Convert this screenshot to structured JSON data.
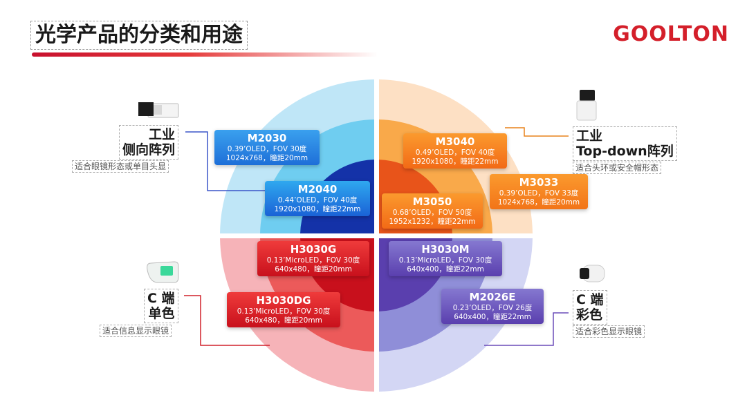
{
  "header": {
    "title": "光学产品的分类和用途",
    "logo": "GOOLTON"
  },
  "colors": {
    "title_bar": "#c8102e",
    "logo": "#d41f2a",
    "blue_light": "#bfe6f7",
    "blue_mid": "#6fcdf0",
    "blue_dark": "#1432a8",
    "orange_light": "#fde0c4",
    "orange_mid": "#f9a94a",
    "orange_dark": "#e8541a",
    "red_light": "#f6b3b8",
    "red_mid": "#ec5a5a",
    "red_dark": "#c8101c",
    "purple_light": "#d3d6f4",
    "purple_mid": "#8f8ed8",
    "purple_dark": "#5a3fae"
  },
  "categories": [
    {
      "id": "industrial-side",
      "title_line1": "工业",
      "title_line2": "侧向阵列",
      "subtitle": "适合眼镜形态或单目头显",
      "icon": "side-camera-icon"
    },
    {
      "id": "industrial-topdown",
      "title_line1": "工业",
      "title_line2": "Top-down阵列",
      "subtitle": "适合头环或安全帽形态",
      "icon": "topdown-module-icon"
    },
    {
      "id": "consumer-mono",
      "title_line1": "C 端",
      "title_line2": "单色",
      "subtitle": "适合信息显示眼镜",
      "icon": "mono-lens-icon"
    },
    {
      "id": "consumer-color",
      "title_line1": "C 端",
      "title_line2": "彩色",
      "subtitle": "适合彩色显示眼镜",
      "icon": "color-lens-icon"
    }
  ],
  "products": [
    {
      "name": "M2030",
      "spec1": "0.39’OLED，FOV 30度",
      "spec2": "1024x768，瞳距20mm"
    },
    {
      "name": "M2040",
      "spec1": "0.44’OLED，FOV 40度",
      "spec2": "1920x1080，瞳距22mm"
    },
    {
      "name": "M3040",
      "spec1": "0.49’OLED，FOV 40度",
      "spec2": "1920x1080，瞳距22mm"
    },
    {
      "name": "M3033",
      "spec1": "0.39’OLED，FOV 33度",
      "spec2": "1024x768，瞳距20mm"
    },
    {
      "name": "M3050",
      "spec1": "0.68’OLED，FOV 50度",
      "spec2": "1952x1232，瞳距22mm"
    },
    {
      "name": "H3030G",
      "spec1": "0.13’MicroLED，FOV 30度",
      "spec2": "640x480，瞳距20mm"
    },
    {
      "name": "H3030DG",
      "spec1": "0.13’MicroLED，FOV 30度",
      "spec2": "640x480，瞳距20mm"
    },
    {
      "name": "H3030M",
      "spec1": "0.13’MicroLED，FOV 30度",
      "spec2": "640x400，瞳距22mm"
    },
    {
      "name": "M2026E",
      "spec1": "0.23’OLED，FOV 26度",
      "spec2": "640x400，瞳距22mm"
    }
  ]
}
